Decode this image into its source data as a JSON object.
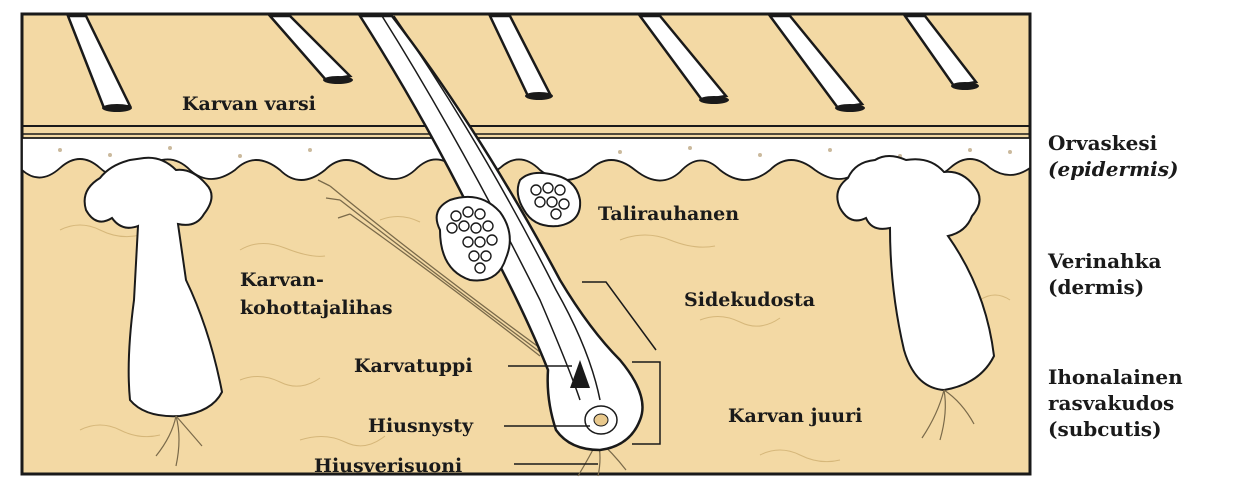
{
  "labels": {
    "karvan_varsi": "Karvan varsi",
    "talirauhanen": "Talirauhanen",
    "karvankohottajalihas_1": "Karvan-",
    "karvankohottajalihas_2": "kohottajalihas",
    "sidekudosta": "Sidekudosta",
    "karvatuppi": "Karvatuppi",
    "hiusnysty": "Hiusnysty",
    "hiusverisuoni": "Hiusverisuoni",
    "karvan_juuri": "Karvan juuri"
  },
  "layers": {
    "orvaskesi": "Orvaskesi",
    "epidermis": "(epidermis)",
    "verinahka": "Verinahka",
    "dermis": "(dermis)",
    "ihonalainen_1": "Ihonalainen",
    "ihonalainen_2": "rasvakudos",
    "subcutis": "(subcutis)"
  },
  "colors": {
    "skin": "#f3d9a4",
    "skin_dark": "#e9c98d",
    "ink": "#1a1a1a",
    "white": "#ffffff"
  }
}
